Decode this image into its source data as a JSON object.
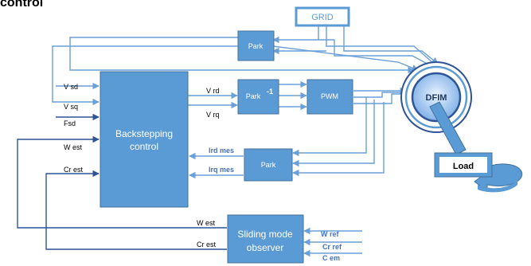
{
  "top_cut_text": "control",
  "blocks": {
    "grid": "GRID",
    "park_top": "Park",
    "park_inv": "Park",
    "park_inv_sup": "-1",
    "pwm": "PWM",
    "dfim": "DFIM",
    "load": "Load",
    "backstepping_line1": "Backstepping",
    "backstepping_line2": "control",
    "park_bottom": "Park",
    "sliding_line1": "Sliding mode",
    "sliding_line2": "observer"
  },
  "signals": {
    "vsd": "V  sd",
    "vsq": "V  sq",
    "fsd": "Fsd",
    "west_in": "W est",
    "crest_in": "Cr est",
    "vrd": "V  rd",
    "vrq": "V  rq",
    "ird_mes": "Ird mes",
    "irq_mes": "Irq mes",
    "west_out": "W est",
    "crest_out": "Cr est",
    "wref": "W ref",
    "cref": "Cr ref",
    "cem": "C em"
  },
  "colors": {
    "block_fill": "#5b9bd5",
    "dark_line": "#2f5496",
    "light_line": "#6a9fd8",
    "label_blue": "#4472c4"
  }
}
